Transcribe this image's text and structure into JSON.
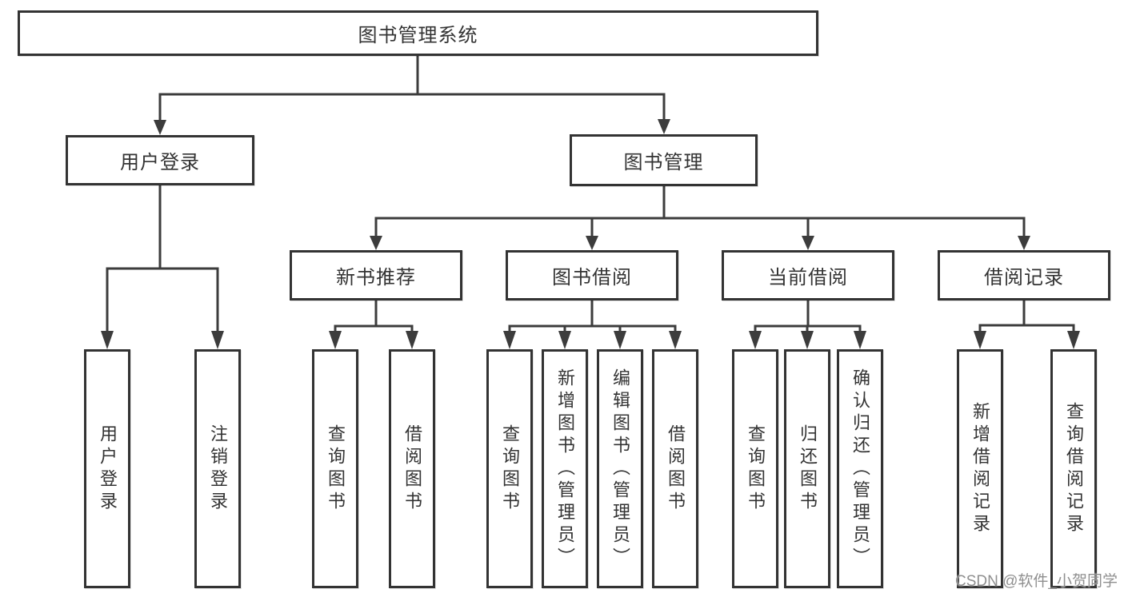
{
  "diagram": {
    "root": {
      "label": "图书管理系统"
    },
    "level2": [
      {
        "label": "用户登录"
      },
      {
        "label": "图书管理"
      }
    ],
    "level3": [
      {
        "label": "新书推荐"
      },
      {
        "label": "图书借阅"
      },
      {
        "label": "当前借阅"
      },
      {
        "label": "借阅记录"
      }
    ],
    "leaves": {
      "login": [
        "用户登录",
        "注销登录"
      ],
      "recommend": [
        "查询图书",
        "借阅图书"
      ],
      "borrow": [
        "查询图书",
        "新增图书（管理员）",
        "编辑图书（管理员）",
        "借阅图书"
      ],
      "current": [
        "查询图书",
        "归还图书",
        "确认归还（管理员）"
      ],
      "records": [
        "新增借阅记录",
        "查询借阅记录"
      ]
    }
  },
  "watermark": {
    "text": "CSDN @软件_小贺同学"
  },
  "colors": {
    "line": "#3c3c3c",
    "box_border": "#333333",
    "text": "#333333",
    "watermark": "#8f8f8f",
    "background": "#ffffff"
  }
}
